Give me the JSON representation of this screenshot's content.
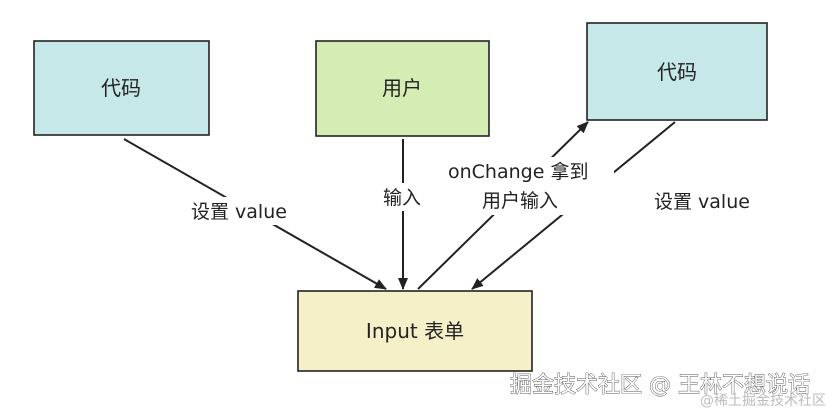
{
  "nodes": {
    "code_left": {
      "label": "代码",
      "fill": "#c6e8e8"
    },
    "user": {
      "label": "用户",
      "fill": "#d5edb5"
    },
    "code_right": {
      "label": "代码",
      "fill": "#c6e8e8"
    },
    "input_form": {
      "label": "Input 表单",
      "fill": "#f5f0c7"
    }
  },
  "edges": {
    "set_value_left": {
      "label": "设置 value"
    },
    "user_input": {
      "label": "输入"
    },
    "on_change": {
      "label_line1": "onChange 拿到",
      "label_line2": "用户输入"
    },
    "set_value_right": {
      "label": "设置 value"
    }
  },
  "watermark": {
    "main": "掘金技术社区 @ 王林不想说话",
    "ghost": "@稀土掘金技术社区"
  },
  "colors": {
    "stroke": "#222222"
  }
}
